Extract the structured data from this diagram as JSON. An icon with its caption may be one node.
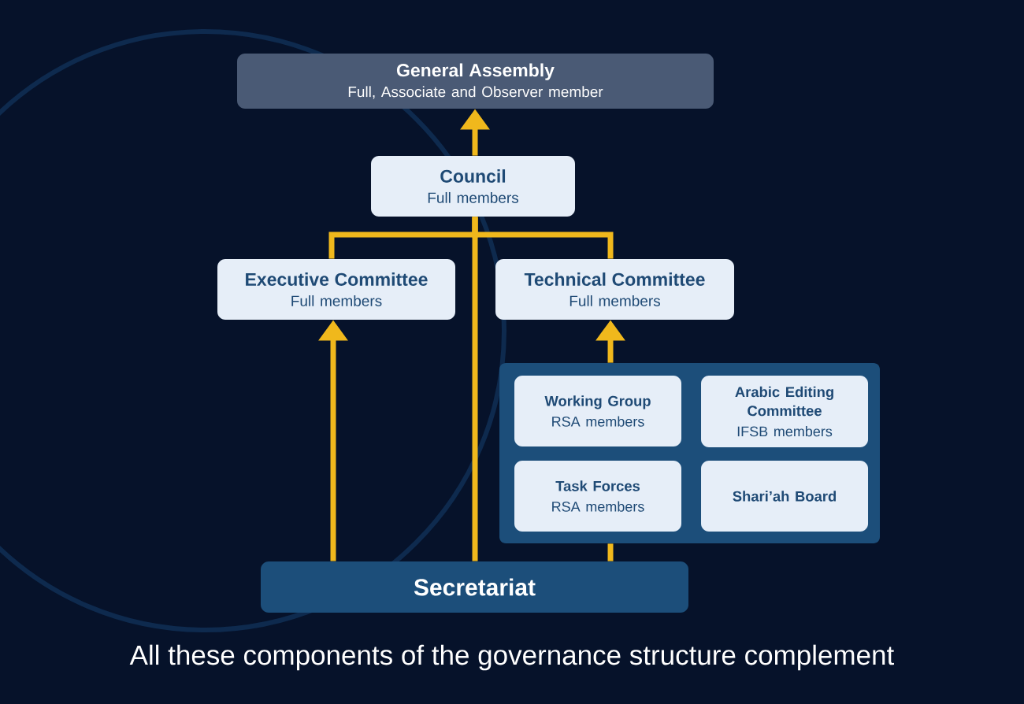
{
  "diagram": {
    "caption": "All these components of the governance structure complement",
    "nodes": [
      {
        "text": [
          "General Assembly",
          "Full, Associate and Observer member"
        ]
      },
      {
        "text": [
          "Council",
          "Full members"
        ]
      },
      {
        "text": [
          "Executive Committee",
          "Full members"
        ]
      },
      {
        "text": [
          "Technical Committee",
          "Full members"
        ]
      },
      {
        "text": [],
        "shape": "box"
      },
      {
        "text": [
          "Working Group",
          "RSA members"
        ],
        "in": 4
      },
      {
        "text": [
          "Arabic Editing Committee",
          "IFSB members"
        ],
        "in": 4
      },
      {
        "text": [
          "Task Forces",
          "RSA members"
        ],
        "in": 4
      },
      {
        "text": [
          "Shari’ah Board"
        ],
        "in": 4
      },
      {
        "text": [
          "Secretariat"
        ]
      }
    ],
    "edges": [
      {
        "from": 9,
        "to": 1,
        "arrow": "none"
      },
      {
        "from": 1,
        "to": 0,
        "arrow": "to"
      },
      {
        "from": 1,
        "to": 2,
        "arrow": "none"
      },
      {
        "from": 1,
        "to": 3,
        "arrow": "none"
      },
      {
        "from": 9,
        "to": 2,
        "arrow": "to"
      },
      {
        "from": 9,
        "to": 4,
        "arrow": "none"
      },
      {
        "from": 4,
        "to": 3,
        "arrow": "to"
      }
    ]
  }
}
